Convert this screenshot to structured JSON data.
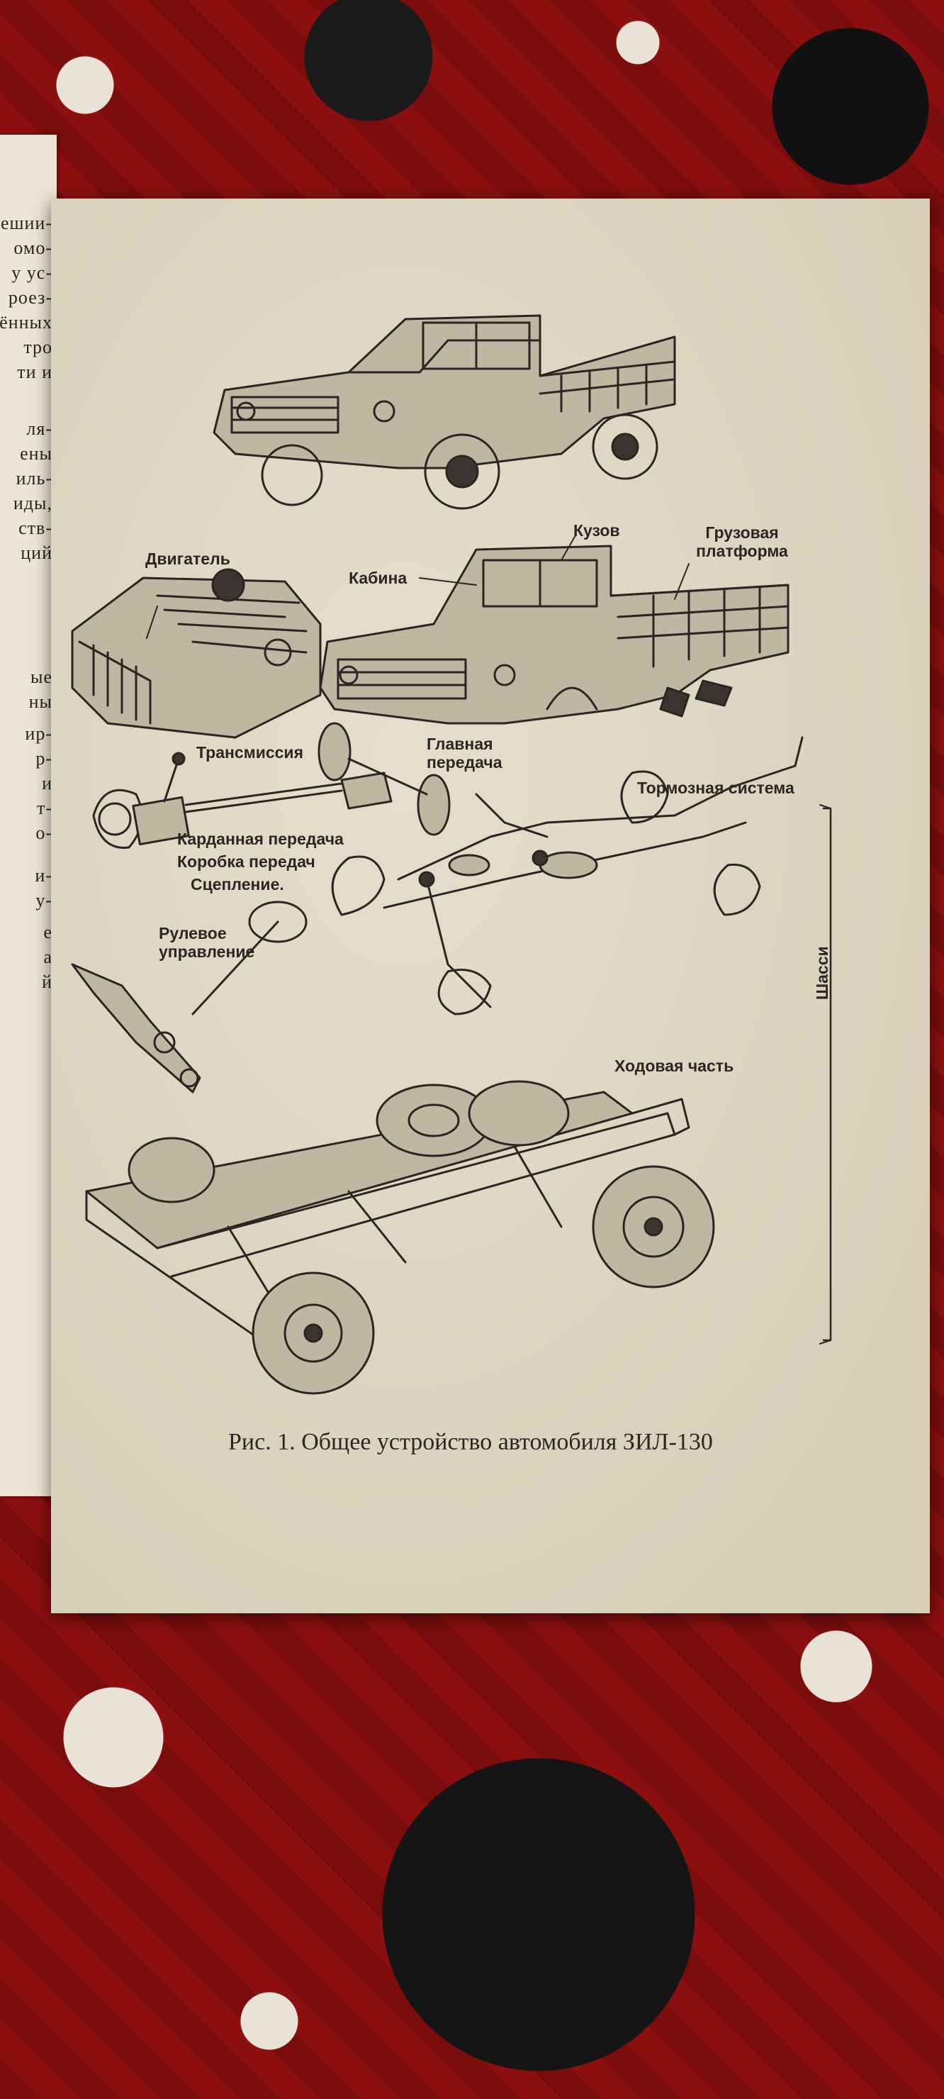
{
  "left_page_fragments": [
    "ешии-",
    "омо-",
    "у ус-",
    "роез-",
    "ённых",
    "тро",
    "ти и",
    "ля-",
    "ены",
    "иль-",
    "иды,",
    "ств-",
    "ций",
    "ые",
    "ны",
    "ир-",
    "р-",
    "и",
    "т-",
    "о-",
    "и-",
    "у-",
    "е",
    "а",
    "й"
  ],
  "labels": {
    "dvigatel": "Двигатель",
    "kuzov": "Кузов",
    "kabina": "Кабина",
    "gruzovaya": "Грузовая платформа",
    "transmissiya": "Трансмиссия",
    "glavnaya": "Главная передача",
    "kardannaya": "Карданная передача",
    "korobka": "Коробка передач",
    "sceplenie": "Сцепление.",
    "rulevoe": "Рулевое управление",
    "tormoznaya": "Тормозная система",
    "hodovaya": "Ходовая часть",
    "shassi": "Шасси"
  },
  "caption": "Рис. 1. Общее устройство автомобиля ЗИЛ-130"
}
